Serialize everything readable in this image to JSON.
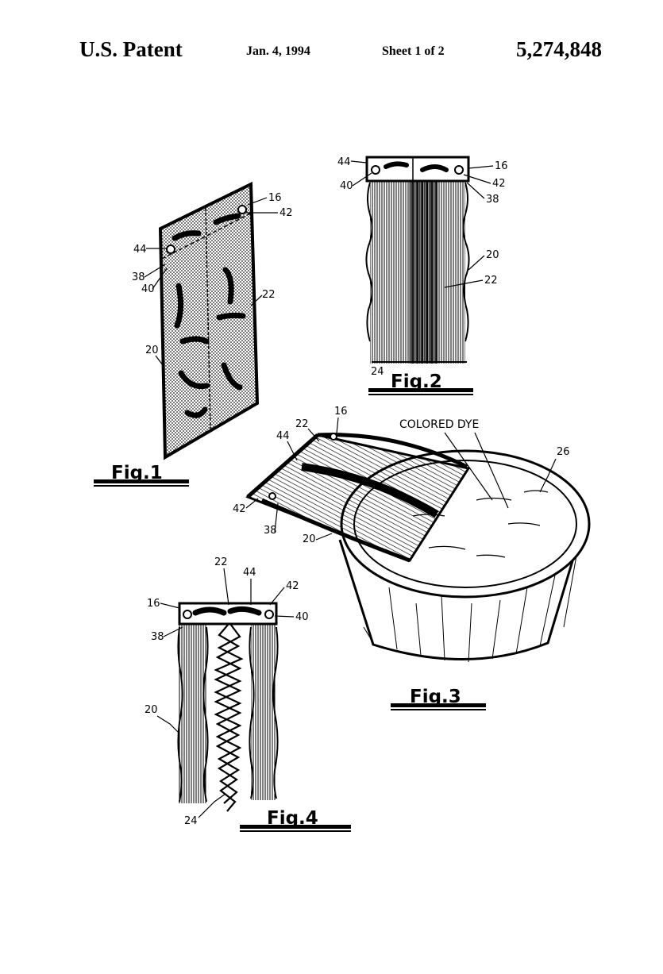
{
  "header": {
    "patent_label": "U.S. Patent",
    "date": "Jan. 4, 1994",
    "sheet": "Sheet 1 of 2",
    "patent_number": "5,274,848"
  },
  "figures": {
    "fig1": {
      "label": "Fig.1",
      "refs": [
        "16",
        "42",
        "44",
        "38",
        "40",
        "22",
        "20"
      ]
    },
    "fig2": {
      "label": "Fig.2",
      "refs": [
        "44",
        "16",
        "40",
        "42",
        "38",
        "20",
        "22",
        "24"
      ]
    },
    "fig3": {
      "label": "Fig.3",
      "caption": "COLORED DYE",
      "refs": [
        "22",
        "16",
        "44",
        "26",
        "42",
        "38",
        "20"
      ]
    },
    "fig4": {
      "label": "Fig.4",
      "refs": [
        "22",
        "44",
        "42",
        "16",
        "40",
        "38",
        "20",
        "24"
      ]
    }
  }
}
